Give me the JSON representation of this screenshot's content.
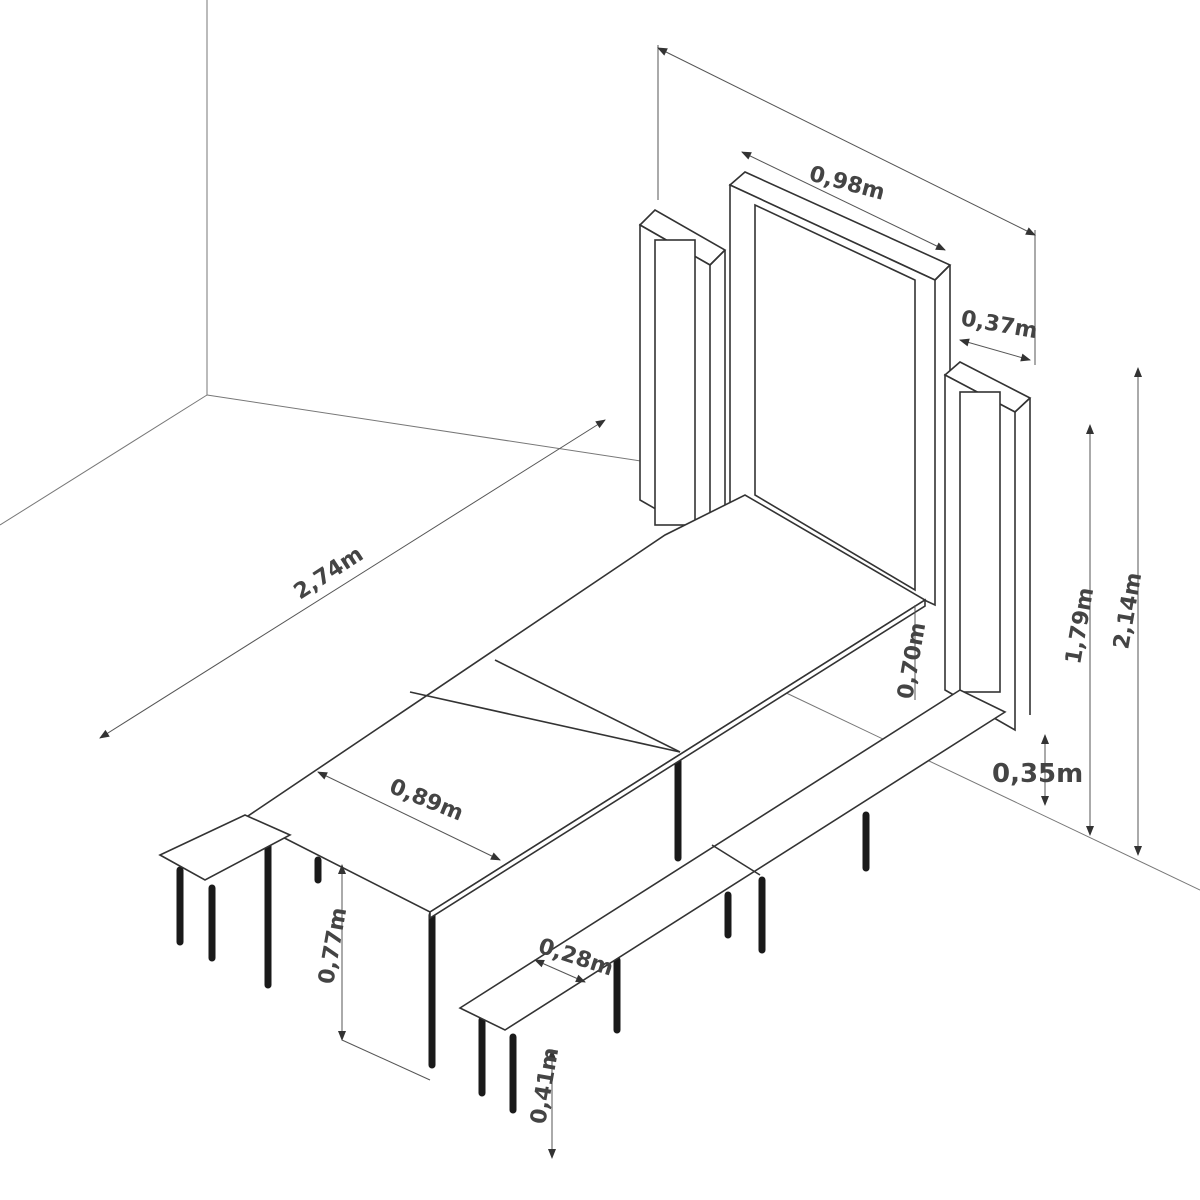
{
  "dimensions": {
    "frame_width": "0,98m",
    "frame_depth": "0,37m",
    "total_length": "2,74m",
    "inner_height": "1,79m",
    "total_height": "2,14m",
    "table_height_side": "0,70m",
    "bench_offset": "0,35m",
    "table_width": "0,89m",
    "table_height": "0,77m",
    "bench_width": "0,28m",
    "bench_height": "0,41m"
  },
  "colors": {
    "line": "#333333",
    "legs": "#1a1a1a",
    "text": "#444444"
  }
}
